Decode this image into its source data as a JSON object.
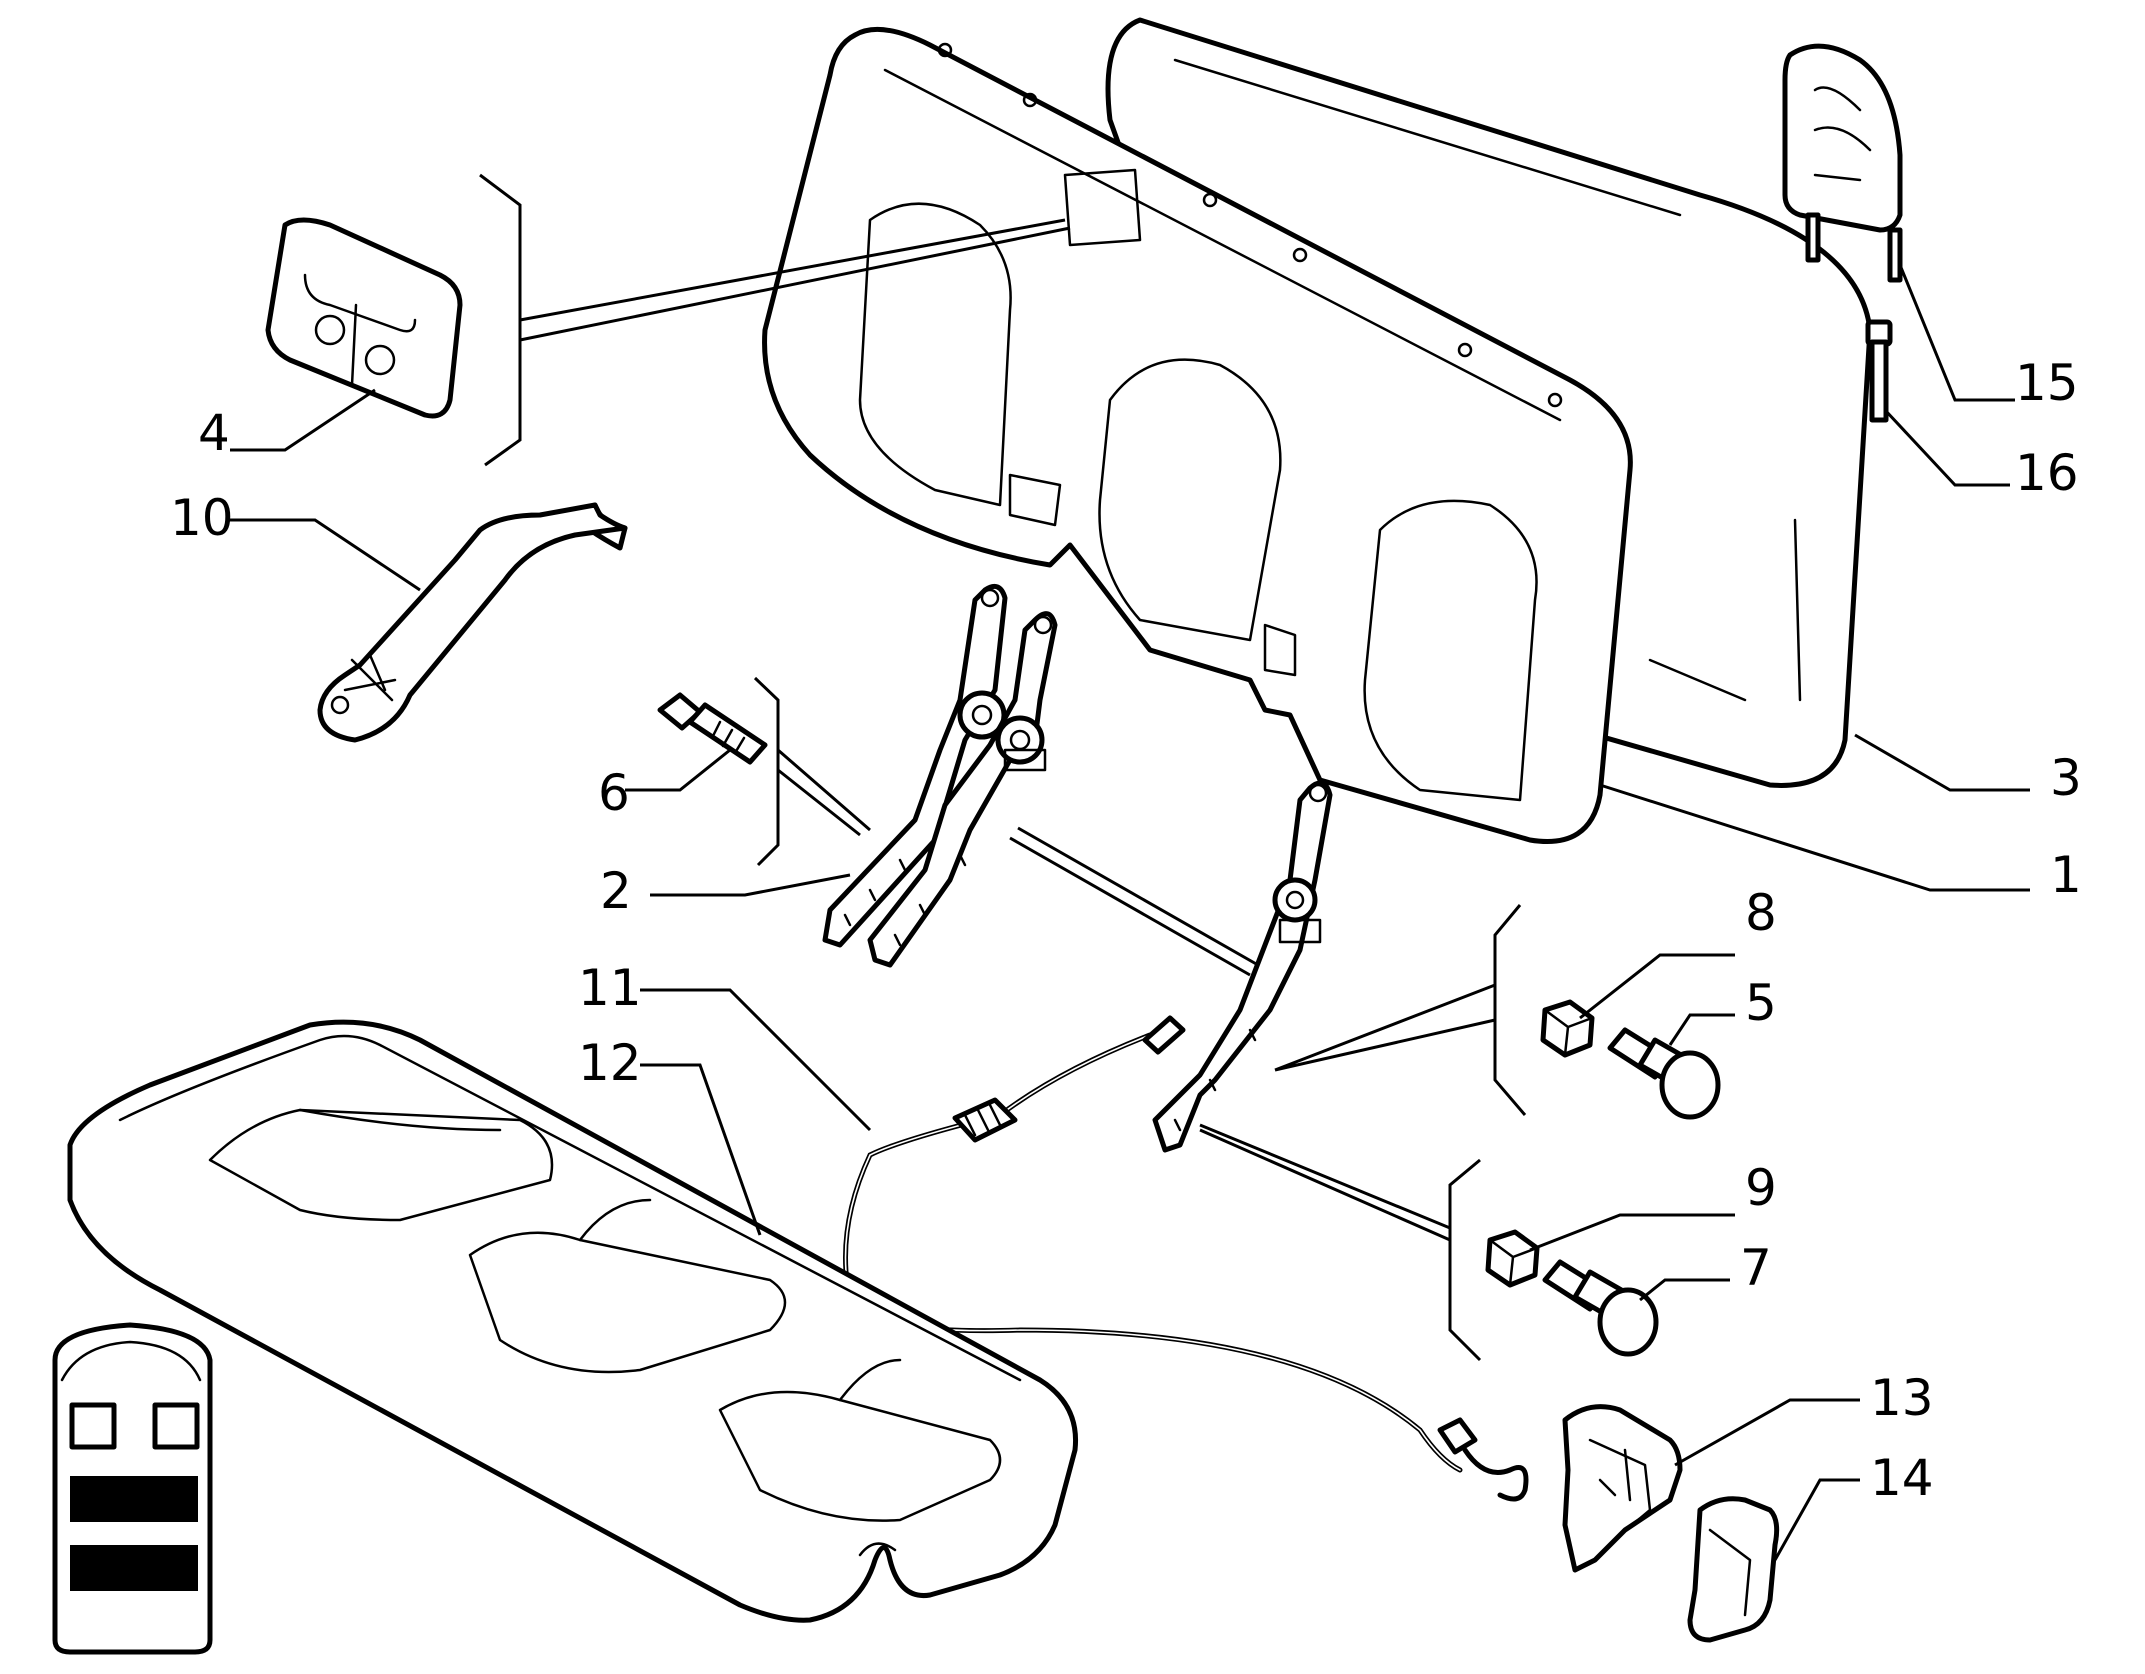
{
  "callouts": {
    "c1": "1",
    "c2": "2",
    "c3": "3",
    "c4": "4",
    "c5": "5",
    "c6": "6",
    "c7": "7",
    "c8": "8",
    "c9": "9",
    "c10": "10",
    "c11": "11",
    "c12": "12",
    "c13": "13",
    "c14": "14",
    "c15": "15",
    "c16": "16"
  },
  "colors": {
    "ink": "#000000",
    "paper": "#ffffff"
  }
}
